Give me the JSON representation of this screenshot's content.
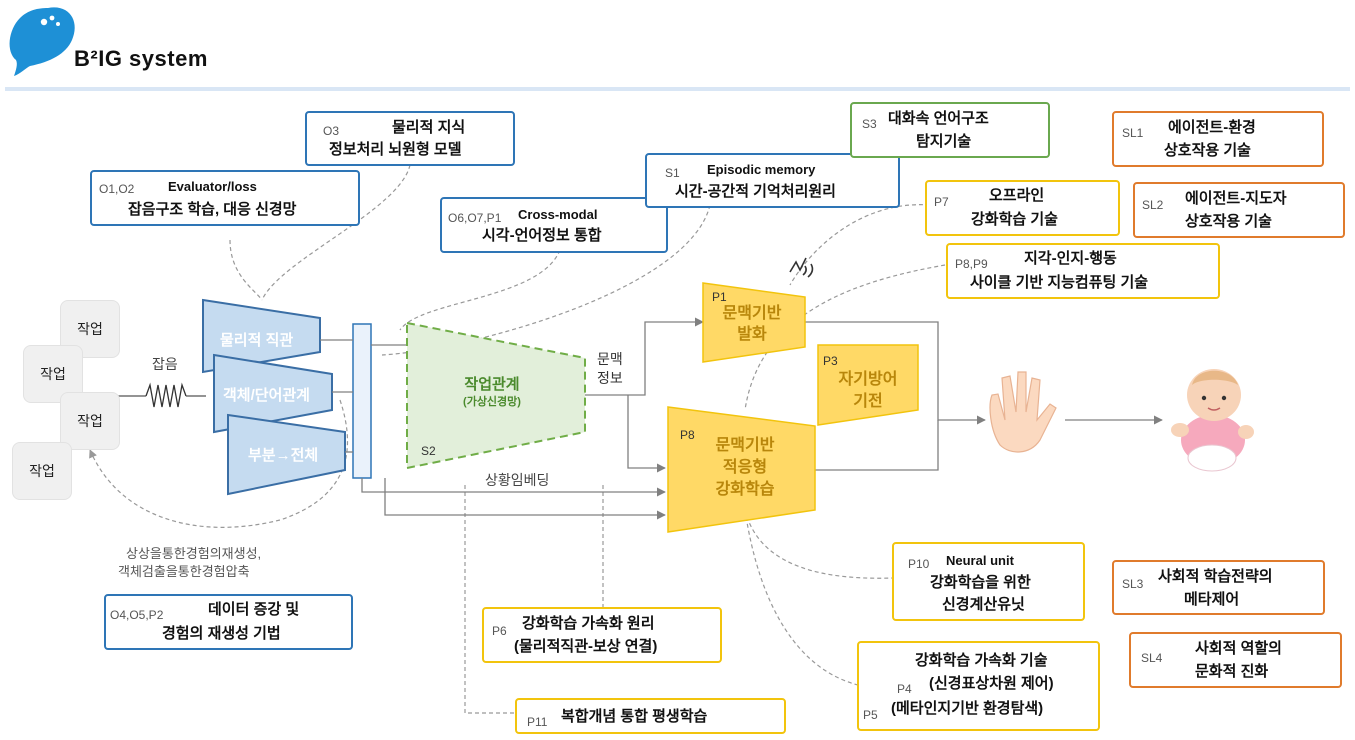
{
  "logo": {
    "text": "B²IG system"
  },
  "tasks": [
    "작업",
    "작업",
    "작업",
    "작업"
  ],
  "noise_label": "잡음",
  "encoder": {
    "physical": "물리적 직관",
    "object": "객체/단어관계",
    "part": "부분→전체"
  },
  "task_relation": {
    "title": "작업관계",
    "sub": "(가상신경망)",
    "code": "S2"
  },
  "context_info": [
    "문맥",
    "정보"
  ],
  "situation_embedding": "상황임베딩",
  "reconstruction": [
    "상상을통한경험의재생성,",
    "객체검출을통한경험압축"
  ],
  "p1_block": {
    "code": "P1",
    "lines": [
      "문맥기반",
      "발화"
    ]
  },
  "p3_block": {
    "code": "P3",
    "lines": [
      "자기방어",
      "기전"
    ]
  },
  "p8_block": {
    "code": "P8",
    "lines": [
      "문맥기반",
      "적응형",
      "강화학습"
    ]
  },
  "boxes": {
    "o3": {
      "code": "O3",
      "l1": "물리적 지식",
      "l2": "정보처리 뇌원형 모델"
    },
    "o1o2": {
      "code": "O1,O2",
      "head": "Evaluator/loss",
      "l2": "잡음구조 학습, 대응 신경망"
    },
    "o6o7p1": {
      "code": "O6,O7,P1",
      "head": "Cross-modal",
      "l2": "시각-언어정보 통합"
    },
    "s1": {
      "code": "S1",
      "head": "Episodic memory",
      "l2": "시간-공간적 기억처리원리"
    },
    "s3": {
      "code": "S3",
      "l1": "대화속 언어구조",
      "l2": "탐지기술"
    },
    "p7": {
      "code": "P7",
      "l1": "오프라인",
      "l2": "강화학습 기술"
    },
    "p8p9": {
      "code": "P8,P9",
      "l1": "지각-인지-행동",
      "l2": "사이클 기반 지능컴퓨팅 기술"
    },
    "sl1": {
      "code": "SL1",
      "l1": "에이전트-환경",
      "l2": "상호작용 기술"
    },
    "sl2": {
      "code": "SL2",
      "l1": "에이전트-지도자",
      "l2": "상호작용 기술"
    },
    "o4o5p2": {
      "code": "O4,O5,P2",
      "l1": "데이터 증강 및",
      "l2": "경험의 재생성 기법"
    },
    "p6": {
      "code": "P6",
      "l1": "강화학습 가속화 원리",
      "l2": "(물리적직관-보상 연결)"
    },
    "p10": {
      "code": "P10",
      "head": "Neural unit",
      "l2": "강화학습을 위한",
      "l3": "신경계산유닛"
    },
    "p4p5": {
      "l1": "강화학습 가속화 기술",
      "code4": "P4",
      "l2": "(신경표상차원 제어)",
      "code5": "P5",
      "l3": "(메타인지기반 환경탐색)"
    },
    "p11": {
      "code": "P11",
      "l1": "복합개념 통합 평생학습"
    },
    "sl3": {
      "code": "SL3",
      "l1": "사회적 학습전략의",
      "l2": "메타제어"
    },
    "sl4": {
      "code": "SL4",
      "l1": "사회적 역할의",
      "l2": "문화적 진화"
    }
  },
  "colors": {
    "blue": "#2e75b6",
    "encoder_fill": "#bdd7ee",
    "yellow": "#ffd966",
    "yellow_border": "#f2c40d",
    "green": "#6aa84f",
    "orange": "#e07b2c"
  },
  "icons": {
    "hand": "hand-icon",
    "baby": "baby-icon",
    "speech": "speech-wave-icon"
  }
}
